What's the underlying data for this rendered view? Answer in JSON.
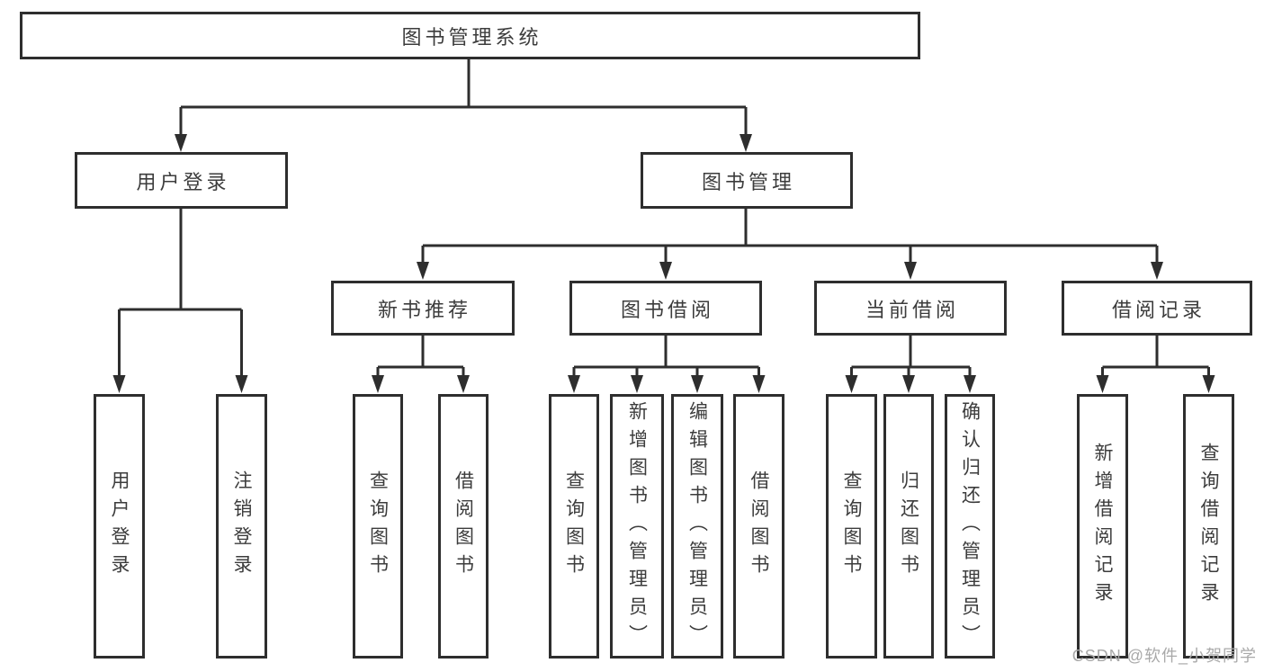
{
  "diagram": {
    "type": "tree",
    "title_node": "图书管理系统",
    "hierarchy": {
      "图书管理系统": {
        "用户登录": [
          "用户登录",
          "注销登录"
        ],
        "图书管理": {
          "新书推荐": [
            "查询图书",
            "借阅图书"
          ],
          "图书借阅": [
            "查询图书",
            "新增图书（管理员）",
            "编辑图书（管理员）",
            "借阅图书"
          ],
          "当前借阅": [
            "查询图书",
            "归还图书",
            "确认归还（管理员）"
          ],
          "借阅记录": [
            "新增借阅记录",
            "查询借阅记录"
          ]
        }
      }
    }
  },
  "nodes": {
    "root": {
      "label": "图书管理系统"
    },
    "user_login": {
      "label": "用户登录"
    },
    "book_mgmt": {
      "label": "图书管理"
    },
    "new_book_rec": {
      "label": "新书推荐"
    },
    "book_borrow": {
      "label": "图书借阅"
    },
    "current_borrow": {
      "label": "当前借阅"
    },
    "borrow_record": {
      "label": "借阅记录"
    },
    "leaf_user_login": {
      "label": "用户登录"
    },
    "leaf_logout": {
      "label": "注销登录"
    },
    "leaf_nbr_query_book": {
      "label": "查询图书"
    },
    "leaf_nbr_borrow_book": {
      "label": "借阅图书"
    },
    "leaf_bb_query_book": {
      "label": "查询图书"
    },
    "leaf_bb_add_book": {
      "label": "新增图书（管理员）"
    },
    "leaf_bb_edit_book": {
      "label": "编辑图书（管理员）"
    },
    "leaf_bb_borrow_book": {
      "label": "借阅图书"
    },
    "leaf_cb_query_book": {
      "label": "查询图书"
    },
    "leaf_cb_return_book": {
      "label": "归还图书"
    },
    "leaf_cb_confirm_return": {
      "label": "确认归还（管理员）"
    },
    "leaf_br_add_record": {
      "label": "新增借阅记录"
    },
    "leaf_br_query_record": {
      "label": "查询借阅记录"
    }
  },
  "watermark": {
    "text": "CSDN @软件_小贺同学"
  },
  "colors": {
    "line": "#2e2e2e",
    "box_border": "#2e2e2e",
    "text": "#3c3c3c",
    "watermark": "#a9a9a9",
    "background": "#ffffff"
  }
}
